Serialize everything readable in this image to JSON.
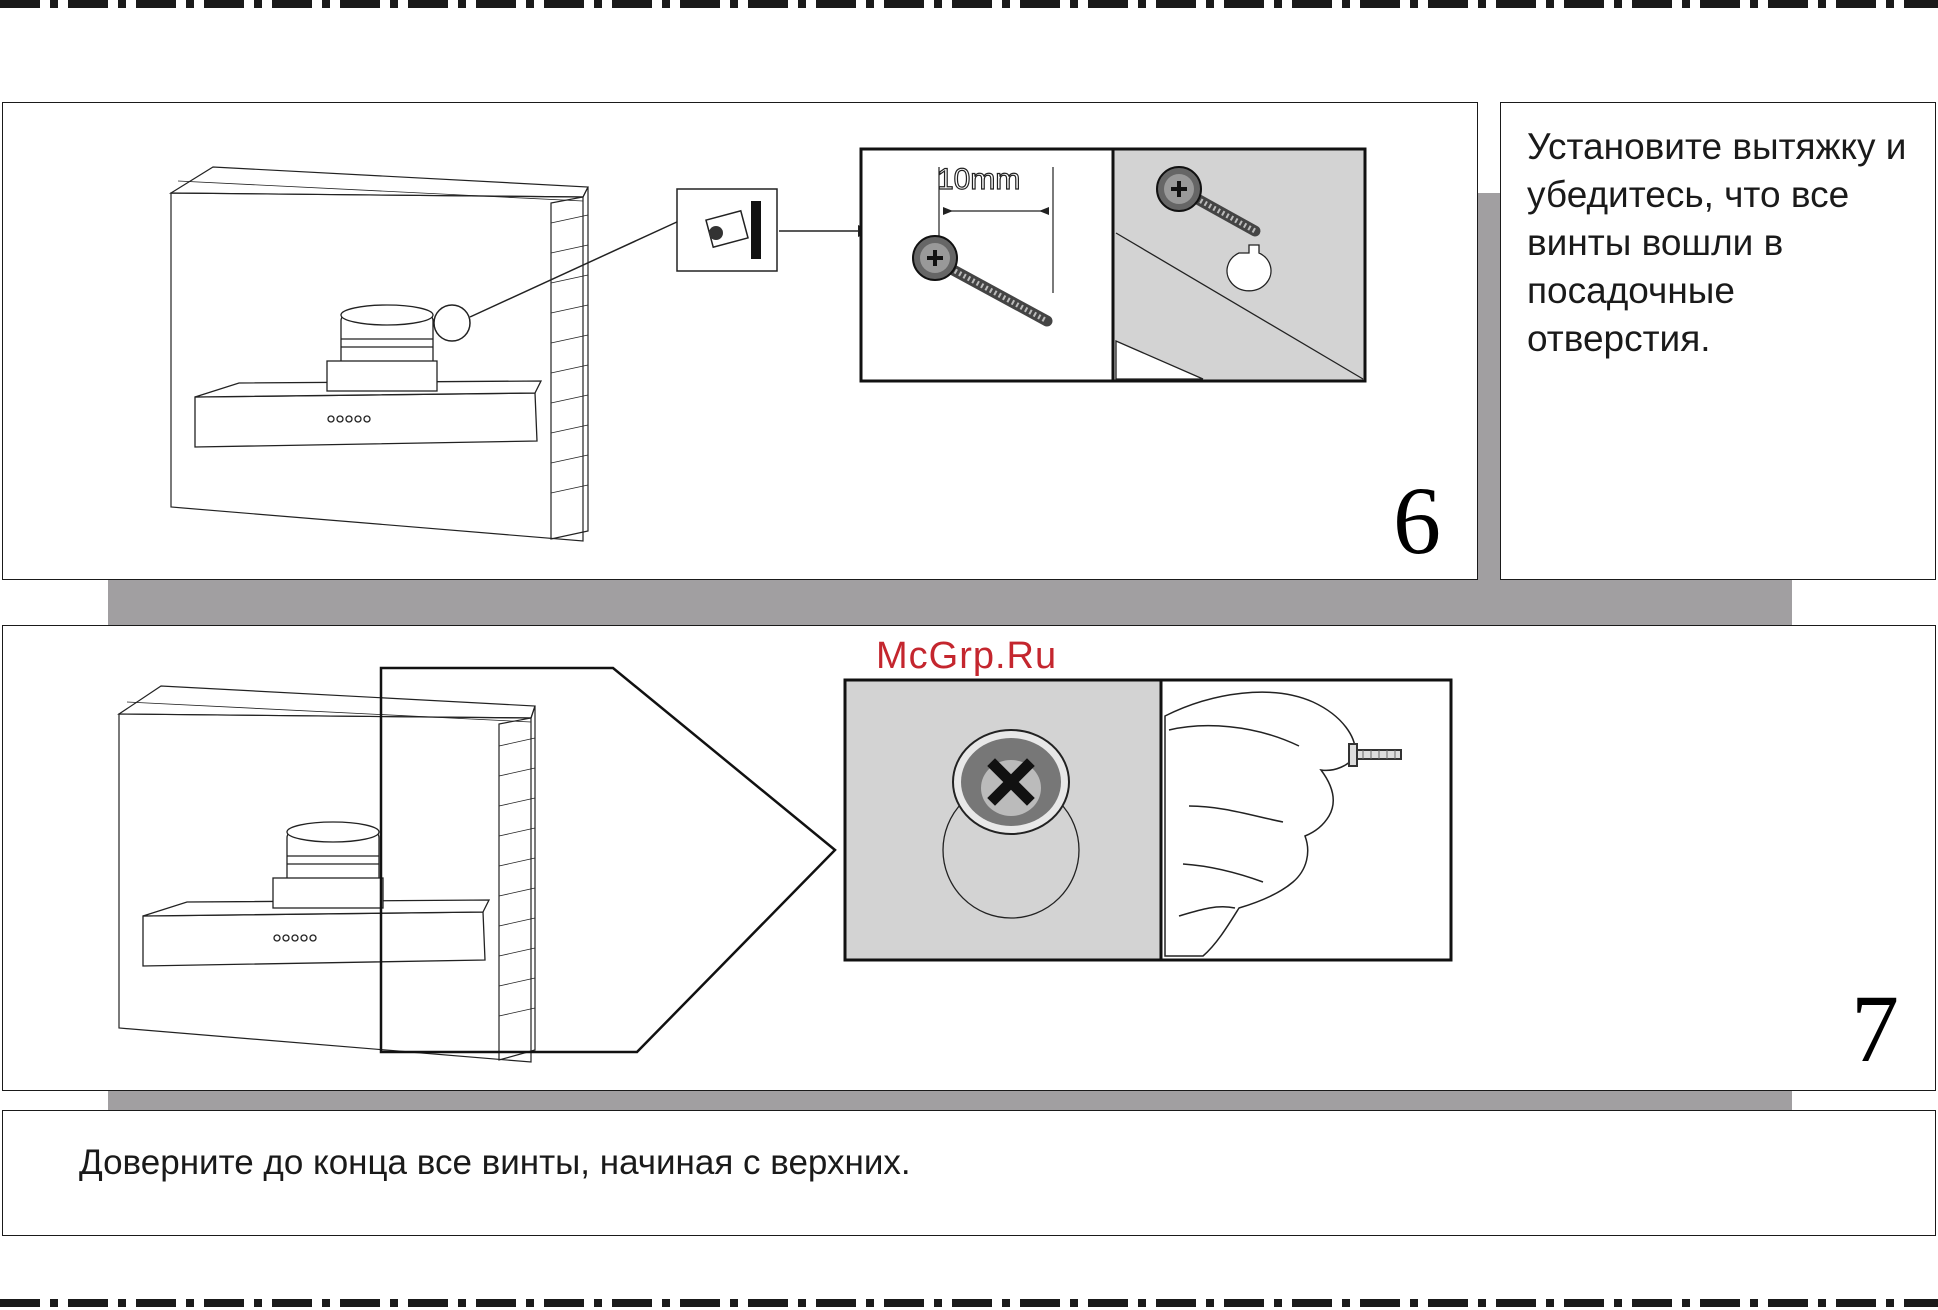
{
  "step6": {
    "number": "6",
    "instruction": "Установите вытяжку и убедитесь, что все винты вошли в посадочные отверстия.",
    "dimension_label": "10mm"
  },
  "step7": {
    "number": "7",
    "instruction": "Доверните до конца все винты, начиная с верхних."
  },
  "watermark": "McGrp.Ru",
  "icons": [
    "brick-wall-icon",
    "range-hood-icon",
    "screw-icon",
    "hand-icon",
    "keyhole-slot-icon"
  ],
  "colors": {
    "band": "#a19fa1",
    "panel_gray": "#d3d3d3",
    "watermark": "#c4262e"
  }
}
